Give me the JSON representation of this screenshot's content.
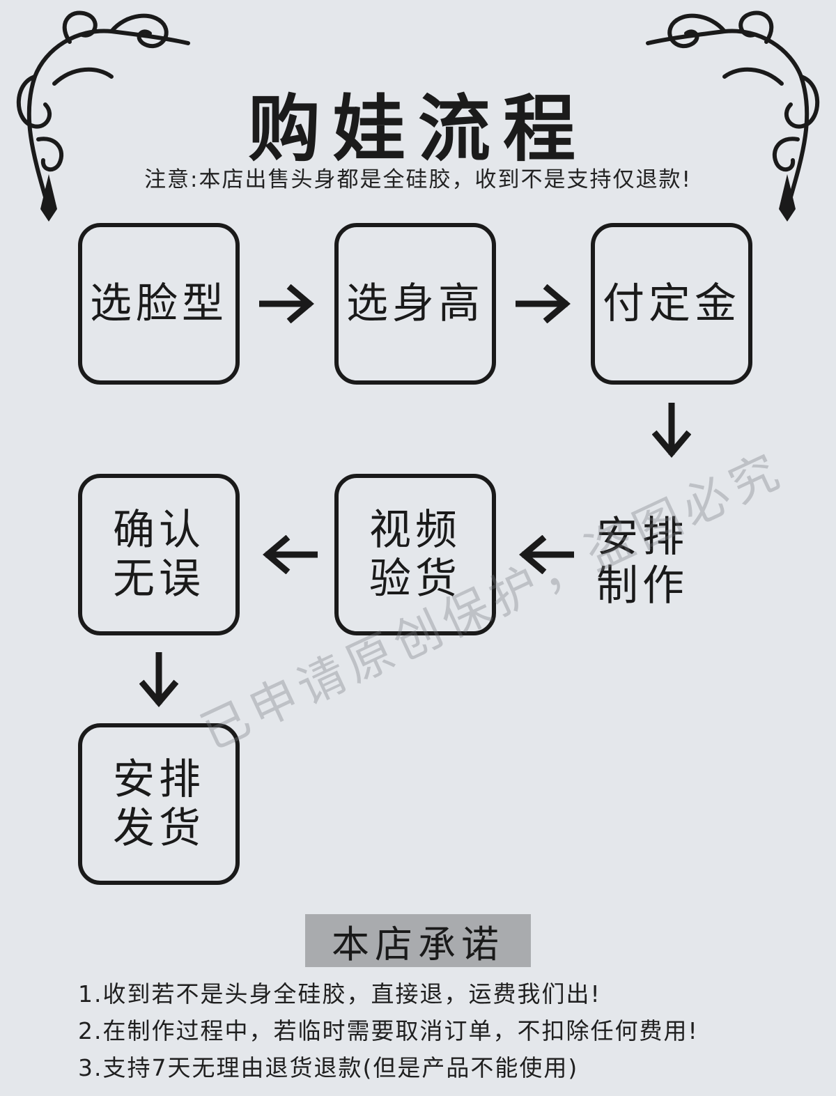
{
  "title": "购娃流程",
  "notice": "注意:本店出售头身都是全硅胶，收到不是支持仅退款!",
  "steps": [
    {
      "label": "选脸型"
    },
    {
      "label": "选身高"
    },
    {
      "label": "付定金"
    },
    {
      "label": "安排制作"
    },
    {
      "label": "视频验货"
    },
    {
      "label": "确认无误"
    },
    {
      "label": "安排发货"
    }
  ],
  "watermark": "已申请原创保护，盗图必究",
  "promise": {
    "title": "本店承诺",
    "items": [
      "1.收到若不是头身全硅胶，直接退，运费我们出!",
      "2.在制作过程中，若临时需要取消订单，不扣除任何费用!",
      "3.支持7天无理由退货退款(但是产品不能使用)"
    ]
  },
  "colors": {
    "background": "#e4e7eb",
    "ink": "#1a1a1a",
    "promise_header_bg": "#a9abae"
  },
  "icons": [
    "ornament-corner-icon",
    "arrow-right-icon",
    "arrow-left-icon",
    "arrow-down-icon"
  ]
}
